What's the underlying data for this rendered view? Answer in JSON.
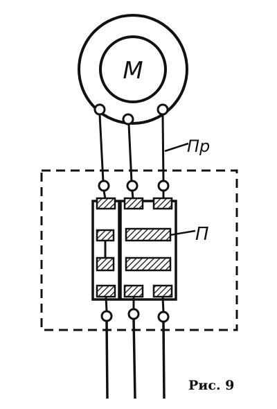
{
  "motor": {
    "label": "М"
  },
  "labels": {
    "wire_label": "Пр",
    "switch_label": "П"
  },
  "caption": "Рис. 9"
}
